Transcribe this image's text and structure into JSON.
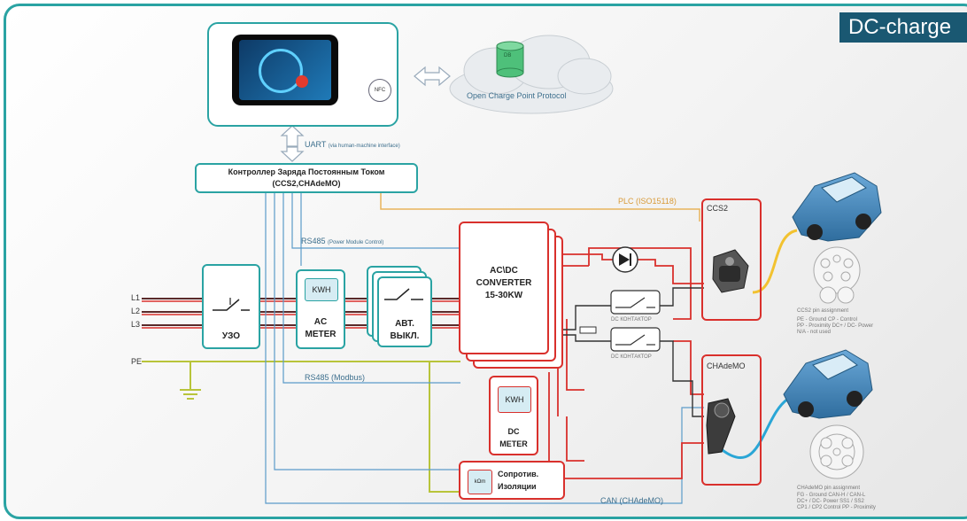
{
  "banner": {
    "title": "DC-charge"
  },
  "display": {
    "nfc_label": "NFC"
  },
  "cloud": {
    "label": "Open Charge Point Protocol",
    "db_label": "DB"
  },
  "uart": {
    "label": "UART",
    "note": "(via human-machine interface)"
  },
  "controller": {
    "line1": "Контроллер Заряда Постоянным Током",
    "line2": "(CCS2,CHAdeMO)"
  },
  "lines": {
    "l1": "L1",
    "l2": "L2",
    "l3": "L3",
    "pe": "PE",
    "rs485_top": "RS485",
    "rs485_top_note": "(Power Module Control)",
    "rs485_bottom": "RS485 (Modbus)",
    "plc": "PLC (ISO15118)",
    "can": "CAN (CHAdeMO)"
  },
  "uzo": {
    "label": "УЗО"
  },
  "ac_meter": {
    "kwh": "KWH",
    "line1": "AC",
    "line2": "METER"
  },
  "breaker": {
    "line1": "АВТ.",
    "line2": "ВЫКЛ."
  },
  "converter": {
    "line1": "AC\\DC",
    "line2": "CONVERTER",
    "line3": "15-30KW"
  },
  "dc_meter": {
    "kwh": "KWH",
    "line1": "DC",
    "line2": "METER"
  },
  "isolation": {
    "symbol": "kΩm",
    "line1": "Сопротив.",
    "line2": "Изоляции"
  },
  "contactors": {
    "top": "DC КОНТАКТОР",
    "bottom": "DC КОНТАКТОР"
  },
  "ccs2": {
    "label": "CCS2",
    "pinout_title": "CCS2 pin assignment",
    "pinout_lines": [
      "PE - Ground      CP - Control",
      "PP - Proximity    DC+ / DC-  Power",
      "N/A - not used"
    ]
  },
  "chademo": {
    "label": "CHAdeMO",
    "pinout_title": "CHAdeMO pin assignment",
    "pinout_lines": [
      "FG - Ground       CAN-H / CAN-L",
      "DC+ / DC- Power   SS1 / SS2",
      "CP1 / CP2  Control   PP - Proximity"
    ]
  },
  "colors": {
    "accent": "#2aa3a3",
    "title_bar": "#1a5872",
    "power_line": "#d9302c",
    "phase_line": "#5a2a2a",
    "ground_line": "#b8c43a",
    "comm_line": "#5b9bc9",
    "plc_line": "#e8b45c",
    "cable_ccs2": "#f2c230",
    "cable_chademo": "#2aa6d6",
    "car_body": "#3b7fb5"
  }
}
